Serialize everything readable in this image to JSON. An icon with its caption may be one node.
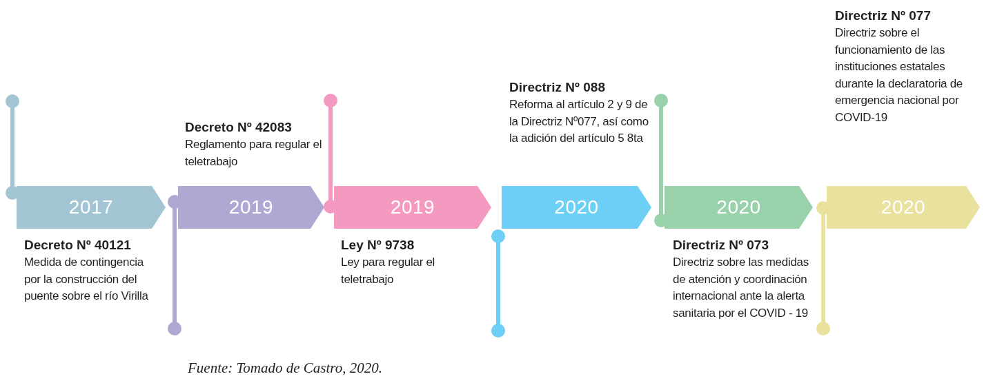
{
  "diagram": {
    "caption": "Fuente: Tomado de Castro, 2020.",
    "nodes": [
      {
        "text": [
          "2017"
        ],
        "beside": [
          "Decreto Nº 40121",
          "Medida de contingencia por la construcción del puente sobre el río Virilla"
        ]
      },
      {
        "text": [
          "2019"
        ],
        "beside": [
          "Decreto Nº 42083",
          "Reglamento para regular el teletrabajo"
        ]
      },
      {
        "text": [
          "2019"
        ],
        "beside": [
          "Ley Nº 9738",
          "Ley para regular el teletrabajo"
        ]
      },
      {
        "text": [
          "2020"
        ],
        "beside": [
          "Directriz Nº 088",
          "Reforma al artículo 2 y 9 de la Directriz Nº077, así como la adición del artículo 5 8ta"
        ]
      },
      {
        "text": [
          "2020"
        ],
        "beside": [
          "Directriz Nº 073",
          "Directriz sobre las medidas de atención y coordinación internacional ante la alerta sanitaria por el COVID - 19"
        ]
      },
      {
        "text": [
          "2020"
        ],
        "beside": [
          "Directriz Nº 077",
          "Directriz sobre el funcionamiento de las instituciones estatales durante la declaratoria de emergencia nacional por COVID-19"
        ]
      }
    ]
  }
}
